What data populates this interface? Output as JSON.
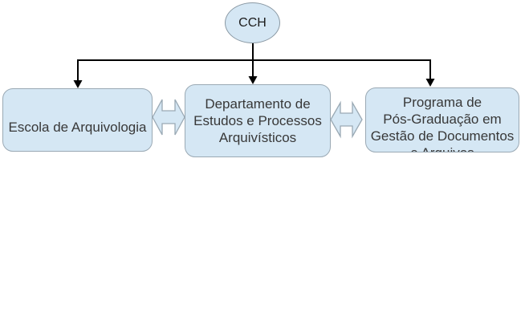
{
  "figure": {
    "root": {
      "label": "CCH"
    },
    "nodes": {
      "escola": {
        "label": "Escola de Arquivologia"
      },
      "departamento": {
        "lines": [
          "Departamento de",
          "Estudos e Processos",
          "Arquivísticos"
        ]
      },
      "programa": {
        "lines": [
          "Programa de",
          "Pós-Graduação em",
          "Gestão de Documentos",
          "e Arquivos"
        ],
        "note_last_line_clipped": "true"
      }
    },
    "icons": {
      "double_arrow": "left-right double arrow",
      "arrowhead": "downward solid triangle"
    },
    "colors": {
      "node_fill": "#d5e7f4",
      "node_border": "#9aa9b4",
      "line": "#000000",
      "text": "#383838",
      "bg": "#ffffff"
    }
  }
}
